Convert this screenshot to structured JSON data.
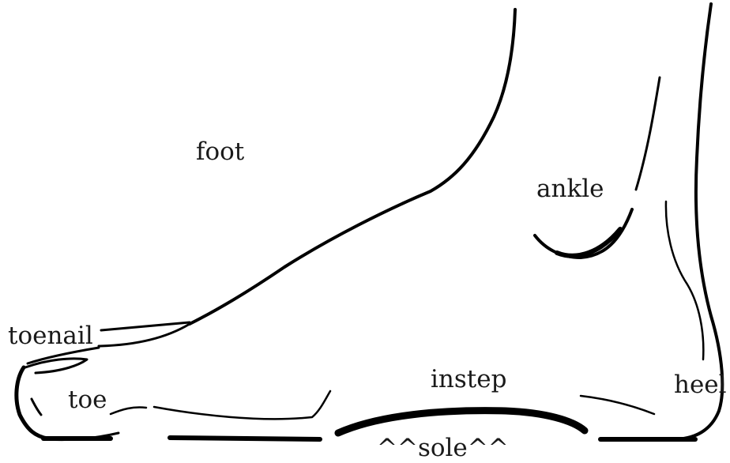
{
  "labels": {
    "foot": "foot",
    "ankle": "ankle",
    "toenail": "toenail",
    "toe": "toe",
    "instep": "instep",
    "heel": "heel",
    "sole": "^^sole^^"
  },
  "colors": {
    "line": "#000000",
    "text": "#1a1a1a",
    "background": "#ffffff"
  }
}
